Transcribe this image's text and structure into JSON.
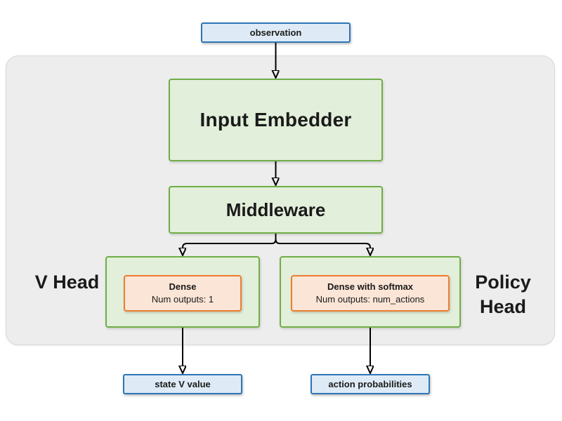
{
  "nodes": {
    "observation": "observation",
    "input_embedder": "Input Embedder",
    "middleware": "Middleware",
    "v_head_dense_title": "Dense",
    "v_head_dense_subtitle": "Num outputs: 1",
    "policy_head_dense_title": "Dense with softmax",
    "policy_head_dense_subtitle": "Num outputs: num_actions",
    "state_v_value": "state V value",
    "action_probabilities": "action probabilities"
  },
  "labels": {
    "v_head": "V Head",
    "policy_head": "Policy Head"
  },
  "colors": {
    "blue_border": "#2e75b6",
    "blue_fill": "#deebf7",
    "green_border": "#70ad47",
    "green_fill": "#e2efda",
    "orange_border": "#ed7d31",
    "orange_fill": "#fbe5d6",
    "container_fill": "#ededed",
    "container_border": "#d9d9d9",
    "arrow": "#000000"
  }
}
